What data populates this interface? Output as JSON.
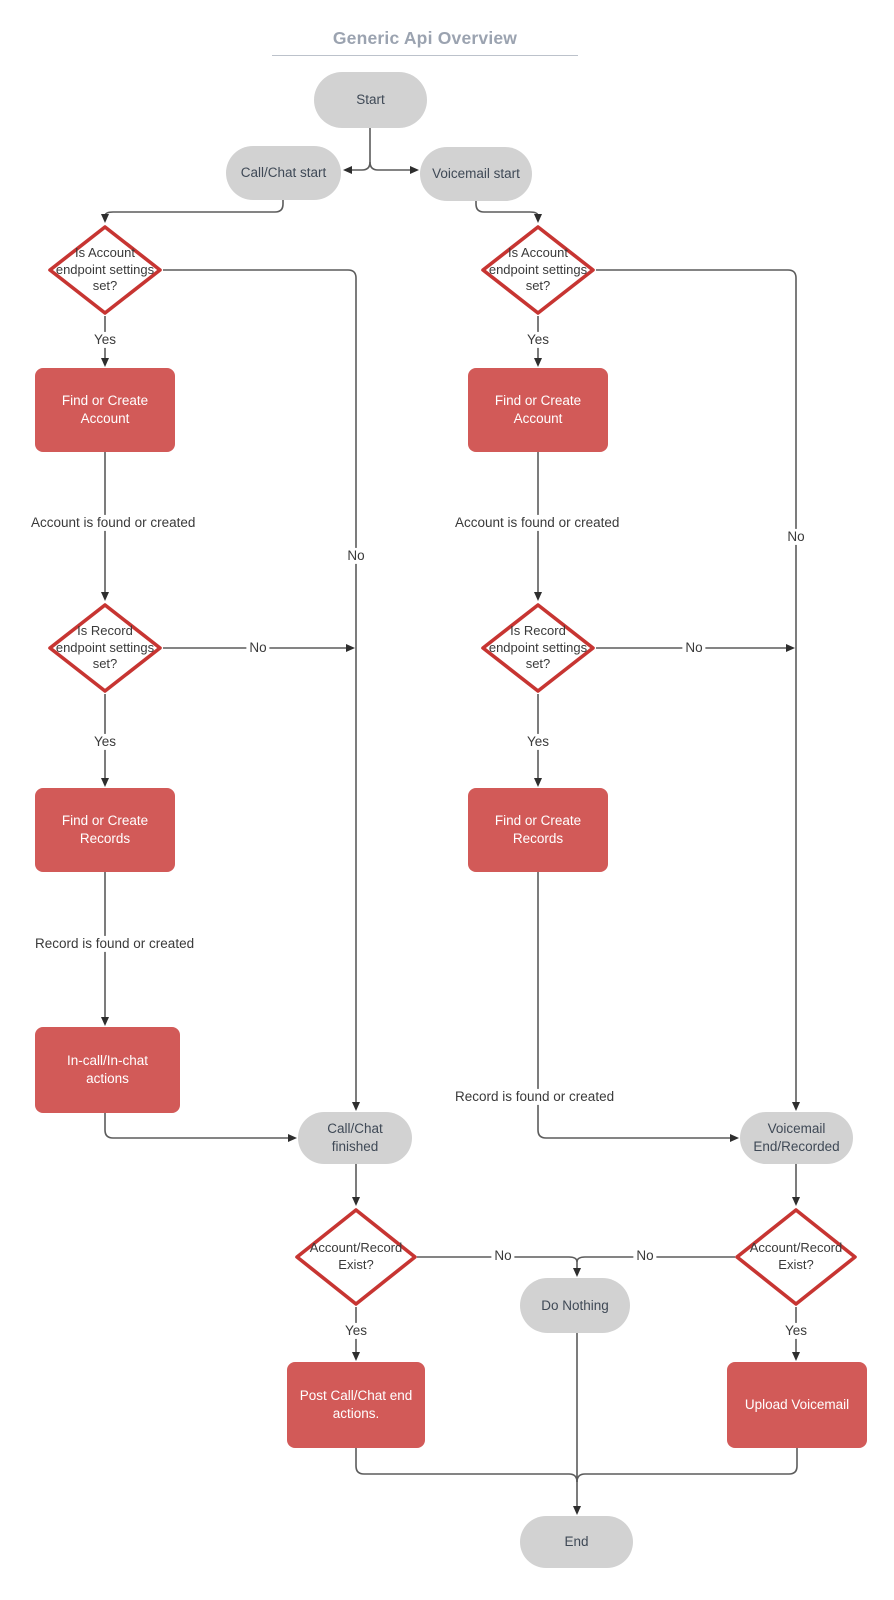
{
  "title": "Generic Api Overview",
  "colors": {
    "process_fill": "#d25a58",
    "process_text": "#ffffff",
    "decision_border": "#c73532",
    "decision_fill": "#ffffff",
    "terminator_fill": "#d2d2d2",
    "terminator_text": "#3f4956",
    "connector_line": "#5b5b5b",
    "arrowhead": "#2e2e2e",
    "label_text": "#3a3a3a",
    "title_text": "#9ba3b0"
  },
  "nodes": {
    "start": {
      "label": "Start",
      "type": "terminator"
    },
    "call_chat_start": {
      "label": "Call/Chat start",
      "type": "terminator"
    },
    "voicemail_start": {
      "label": "Voicemail start",
      "type": "terminator"
    },
    "is_account_left": {
      "label": "Is Account endpoint settings set?",
      "type": "decision"
    },
    "is_account_right": {
      "label": "Is Account endpoint settings set?",
      "type": "decision"
    },
    "find_create_account_left": {
      "label": "Find or Create Account",
      "type": "process"
    },
    "find_create_account_right": {
      "label": "Find or Create Account",
      "type": "process"
    },
    "is_record_left": {
      "label": "Is Record endpoint settings set?",
      "type": "decision"
    },
    "is_record_right": {
      "label": "Is Record endpoint settings set?",
      "type": "decision"
    },
    "find_create_records_left": {
      "label": "Find or Create Records",
      "type": "process"
    },
    "find_create_records_right": {
      "label": "Find or Create Records",
      "type": "process"
    },
    "incall_actions": {
      "label": "In-call/In-chat actions",
      "type": "process"
    },
    "call_chat_finished": {
      "label": "Call/Chat finished",
      "type": "terminator"
    },
    "voicemail_end": {
      "label": "Voicemail End/Recorded",
      "type": "terminator"
    },
    "exist_left": {
      "label": "Account/Record Exist?",
      "type": "decision"
    },
    "exist_right": {
      "label": "Account/Record Exist?",
      "type": "decision"
    },
    "do_nothing": {
      "label": "Do Nothing",
      "type": "terminator"
    },
    "post_call_chat_end": {
      "label": "Post Call/Chat end actions.",
      "type": "process"
    },
    "upload_voicemail": {
      "label": "Upload Voicemail",
      "type": "process"
    },
    "end": {
      "label": "End",
      "type": "terminator"
    }
  },
  "edge_labels": {
    "yes_account_left": "Yes",
    "yes_account_right": "Yes",
    "no_account_left": "No",
    "no_account_right": "No",
    "account_found_left": "Account is found or created",
    "account_found_right": "Account is found or created",
    "yes_record_left": "Yes",
    "yes_record_right": "Yes",
    "no_record_left": "No",
    "no_record_right": "No",
    "record_found_left": "Record is found or created",
    "record_found_right": "Record is found or created",
    "no_exist_left": "No",
    "no_exist_right": "No",
    "yes_exist_left": "Yes",
    "yes_exist_right": "Yes"
  },
  "connections": [
    {
      "from": "start",
      "to": "call_chat_start",
      "label": ""
    },
    {
      "from": "start",
      "to": "voicemail_start",
      "label": ""
    },
    {
      "from": "call_chat_start",
      "to": "is_account_left",
      "label": ""
    },
    {
      "from": "voicemail_start",
      "to": "is_account_right",
      "label": ""
    },
    {
      "from": "is_account_left",
      "to": "find_create_account_left",
      "label": "Yes"
    },
    {
      "from": "is_account_left",
      "to": "call_chat_finished",
      "label": "No"
    },
    {
      "from": "is_account_right",
      "to": "find_create_account_right",
      "label": "Yes"
    },
    {
      "from": "is_account_right",
      "to": "voicemail_end",
      "label": "No"
    },
    {
      "from": "find_create_account_left",
      "to": "is_record_left",
      "label": "Account is found or created"
    },
    {
      "from": "find_create_account_right",
      "to": "is_record_right",
      "label": "Account is found or created"
    },
    {
      "from": "is_record_left",
      "to": "find_create_records_left",
      "label": "Yes"
    },
    {
      "from": "is_record_left",
      "to": "call_chat_finished",
      "label": "No"
    },
    {
      "from": "is_record_right",
      "to": "find_create_records_right",
      "label": "Yes"
    },
    {
      "from": "is_record_right",
      "to": "voicemail_end",
      "label": "No"
    },
    {
      "from": "find_create_records_left",
      "to": "incall_actions",
      "label": "Record is found or created"
    },
    {
      "from": "find_create_records_right",
      "to": "voicemail_end",
      "label": "Record is found or created"
    },
    {
      "from": "incall_actions",
      "to": "call_chat_finished",
      "label": ""
    },
    {
      "from": "call_chat_finished",
      "to": "exist_left",
      "label": ""
    },
    {
      "from": "voicemail_end",
      "to": "exist_right",
      "label": ""
    },
    {
      "from": "exist_left",
      "to": "post_call_chat_end",
      "label": "Yes"
    },
    {
      "from": "exist_left",
      "to": "do_nothing",
      "label": "No"
    },
    {
      "from": "exist_right",
      "to": "upload_voicemail",
      "label": "Yes"
    },
    {
      "from": "exist_right",
      "to": "do_nothing",
      "label": "No"
    },
    {
      "from": "post_call_chat_end",
      "to": "end",
      "label": ""
    },
    {
      "from": "upload_voicemail",
      "to": "end",
      "label": ""
    },
    {
      "from": "do_nothing",
      "to": "end",
      "label": ""
    }
  ]
}
